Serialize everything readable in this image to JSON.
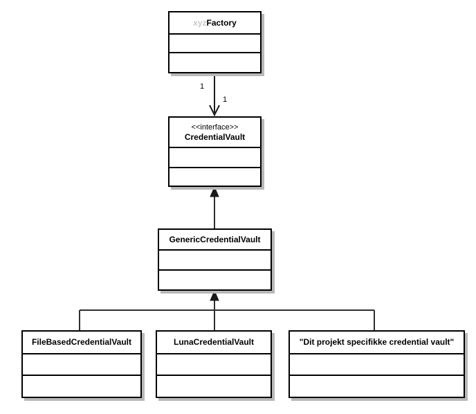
{
  "diagram": {
    "type": "uml-class-diagram",
    "background_color": "#ffffff",
    "line_color": "#2e2e2e",
    "border_color": "#000000",
    "shadow_color": "#b8b8b8",
    "muted_text_color": "#c8c8c8"
  },
  "classes": {
    "factory": {
      "name_prefix": "xyz",
      "name": "Factory",
      "stereotype": "",
      "compartments": [
        "attributes",
        "operations"
      ]
    },
    "credential_vault_interface": {
      "stereotype": "<<interface>>",
      "name": "CredentialVault",
      "compartments": [
        "attributes",
        "operations"
      ]
    },
    "generic_credential_vault": {
      "name": "GenericCredentialVault",
      "stereotype": "",
      "compartments": [
        "attributes",
        "operations"
      ]
    },
    "file_based_credential_vault": {
      "name": "FileBasedCredentialVault",
      "stereotype": "",
      "compartments": [
        "attributes",
        "operations"
      ]
    },
    "luna_credential_vault": {
      "name": "LunaCredentialVault",
      "stereotype": "",
      "compartments": [
        "attributes",
        "operations"
      ]
    },
    "project_specific_credential_vault": {
      "name": "\"Dit projekt specifikke credential vault\"",
      "stereotype": "",
      "compartments": [
        "attributes",
        "operations"
      ]
    }
  },
  "relationships": {
    "factory_to_interface": {
      "kind": "association",
      "arrowhead": "open",
      "source_multiplicity": "1",
      "target_multiplicity": "1"
    },
    "generic_to_interface": {
      "kind": "realization",
      "arrowhead": "solid-triangle"
    },
    "subclasses_to_generic": {
      "kind": "generalization",
      "arrowhead": "solid-triangle",
      "children": [
        "FileBasedCredentialVault",
        "LunaCredentialVault",
        "\"Dit projekt specifikke credential vault\""
      ]
    }
  }
}
